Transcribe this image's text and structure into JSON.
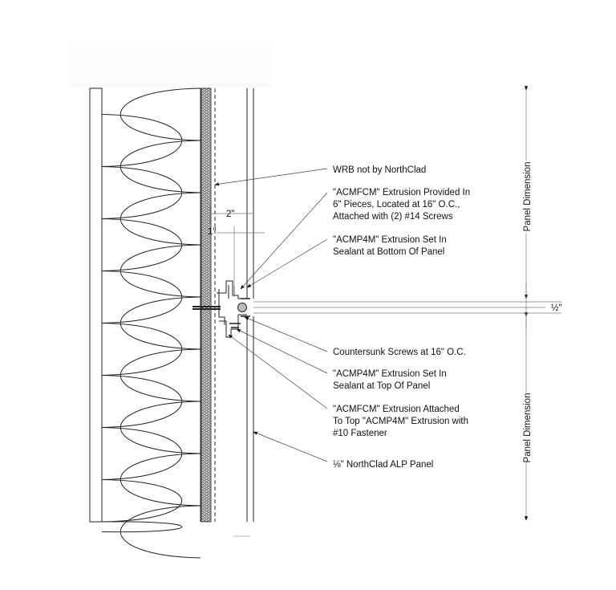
{
  "labels": {
    "wrb": [
      "WRB not by NorthClad"
    ],
    "acmfcm_provided": [
      "\"ACMFCM\" Extrusion Provided In",
      "6\" Pieces, Located at 16\" O.C.,",
      "Attached with (2) #14 Screws"
    ],
    "acmp4m_bottom": [
      "\"ACMP4M\" Extrusion Set In",
      "Sealant at Bottom Of Panel"
    ],
    "countersunk": [
      "Countersunk Screws at 16\" O.C."
    ],
    "acmp4m_top": [
      "\"ACMP4M\" Extrusion Set In",
      "Sealant at Top Of Panel"
    ],
    "acmfcm_attached": [
      "\"ACMFCM\" Extrusion Attached",
      "To Top \"ACMP4M\" Extrusion with",
      "#10 Fastener"
    ],
    "panel": [
      "⅛\" NorthClad ALP Panel"
    ]
  },
  "dimensions": {
    "two_inch": "2\"",
    "one_inch": "1\"",
    "joint": "½\"",
    "panel_upper": "Panel Dimension",
    "panel_lower": "Panel Dimension"
  }
}
